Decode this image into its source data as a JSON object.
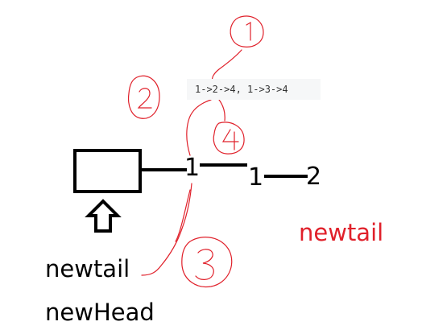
{
  "code_text": "1->2->4, 1->3->4",
  "nodes": [
    "1",
    "1",
    "2"
  ],
  "labels": {
    "black_tail": "newtail",
    "black_head": "newHead",
    "red_tail": "newtail"
  },
  "annotations": [
    "1",
    "2",
    "3",
    "4"
  ],
  "colors": {
    "ink": "#000000",
    "red_ink": "#e0202a",
    "code_bg": "#f6f7f8"
  }
}
